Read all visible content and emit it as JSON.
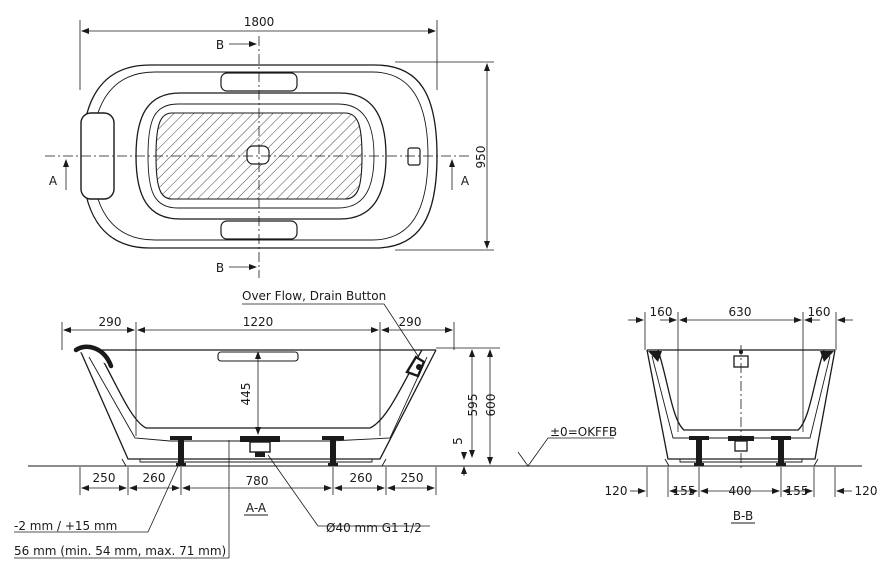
{
  "top_view": {
    "overall_length": "1800",
    "overall_width": "950",
    "section_a_left": "A",
    "section_a_right": "A",
    "section_b_top": "B",
    "section_b_bottom": "B"
  },
  "section_a": {
    "label": "A-A",
    "dim_left_rim": "290",
    "dim_inner_length": "1220",
    "dim_right_rim": "290",
    "dim_inner_depth": "445",
    "dim_height_595": "595",
    "dim_height_600": "600",
    "dim_clearance": "5",
    "foot_spacing": [
      "250",
      "260",
      "780",
      "260",
      "250"
    ],
    "overflow_label": "Over Flow, Drain Button",
    "drain_label": "Ø40 mm  G1 1/2",
    "leg_adjust_label": "-2 mm / +15 mm",
    "foot_height_label": "56 mm (min. 54 mm, max. 71 mm)"
  },
  "section_b": {
    "label": "B-B",
    "dim_top": [
      "160",
      "630",
      "160"
    ],
    "dim_bottom": [
      "120",
      "155",
      "400",
      "155",
      "120"
    ],
    "floor_label": "±0=OKFFB"
  }
}
